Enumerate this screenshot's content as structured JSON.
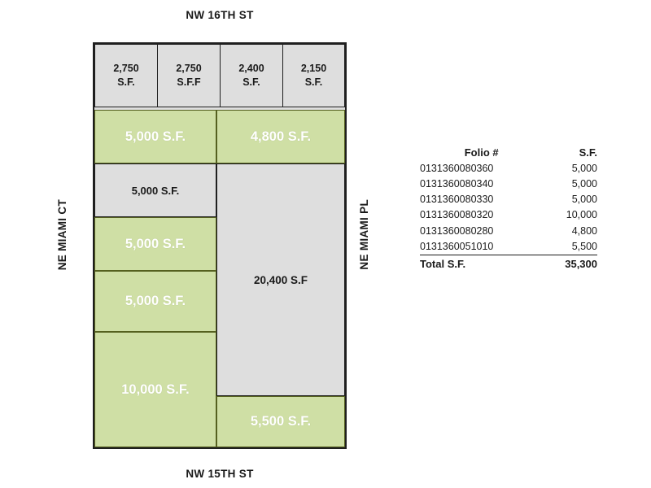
{
  "streets": {
    "north": "NW 16TH ST",
    "south": "NW 15TH ST",
    "west": "NE MIAMI CT",
    "east": "NE MIAMI PL"
  },
  "site_plan": {
    "parcels": [
      {
        "id": "p1",
        "label_line1": "2,750",
        "label_line2": "S.F.",
        "fill": "gray"
      },
      {
        "id": "p2",
        "label_line1": "2,750",
        "label_line2": "S.F.F",
        "fill": "gray"
      },
      {
        "id": "p3",
        "label_line1": "2,400",
        "label_line2": "S.F.",
        "fill": "gray"
      },
      {
        "id": "p4",
        "label_line1": "2,150",
        "label_line2": "S.F.",
        "fill": "gray"
      },
      {
        "id": "p5",
        "label": "5,000 S.F.",
        "fill": "green"
      },
      {
        "id": "p6",
        "label": "4,800 S.F.",
        "fill": "green"
      },
      {
        "id": "p7",
        "label": "5,000 S.F.",
        "fill": "gray"
      },
      {
        "id": "p8",
        "label": "5,000 S.F.",
        "fill": "green"
      },
      {
        "id": "p9",
        "label": "5,000 S.F.",
        "fill": "green"
      },
      {
        "id": "p10",
        "label": "20,400 S.F",
        "fill": "gray"
      },
      {
        "id": "p11",
        "label": "10,000 S.F.",
        "fill": "green"
      },
      {
        "id": "p12",
        "label": "5,500 S.F.",
        "fill": "green"
      }
    ]
  },
  "folio_table": {
    "headers": {
      "folio": "Folio #",
      "sf": "S.F."
    },
    "rows": [
      {
        "folio": "0131360080360",
        "sf": "5,000"
      },
      {
        "folio": "0131360080340",
        "sf": "5,000"
      },
      {
        "folio": "0131360080330",
        "sf": "5,000"
      },
      {
        "folio": "0131360080320",
        "sf": "10,000"
      },
      {
        "folio": "0131360080280",
        "sf": "4,800"
      },
      {
        "folio": "0131360051010",
        "sf": "5,500"
      }
    ],
    "total": {
      "label": "Total S.F.",
      "value": "35,300"
    }
  },
  "colors": {
    "green_fill": "#cfdfa5",
    "green_border": "#55601f",
    "gray_fill": "#dedede",
    "outline": "#1f1f1f",
    "text": "#1a1a1a"
  }
}
